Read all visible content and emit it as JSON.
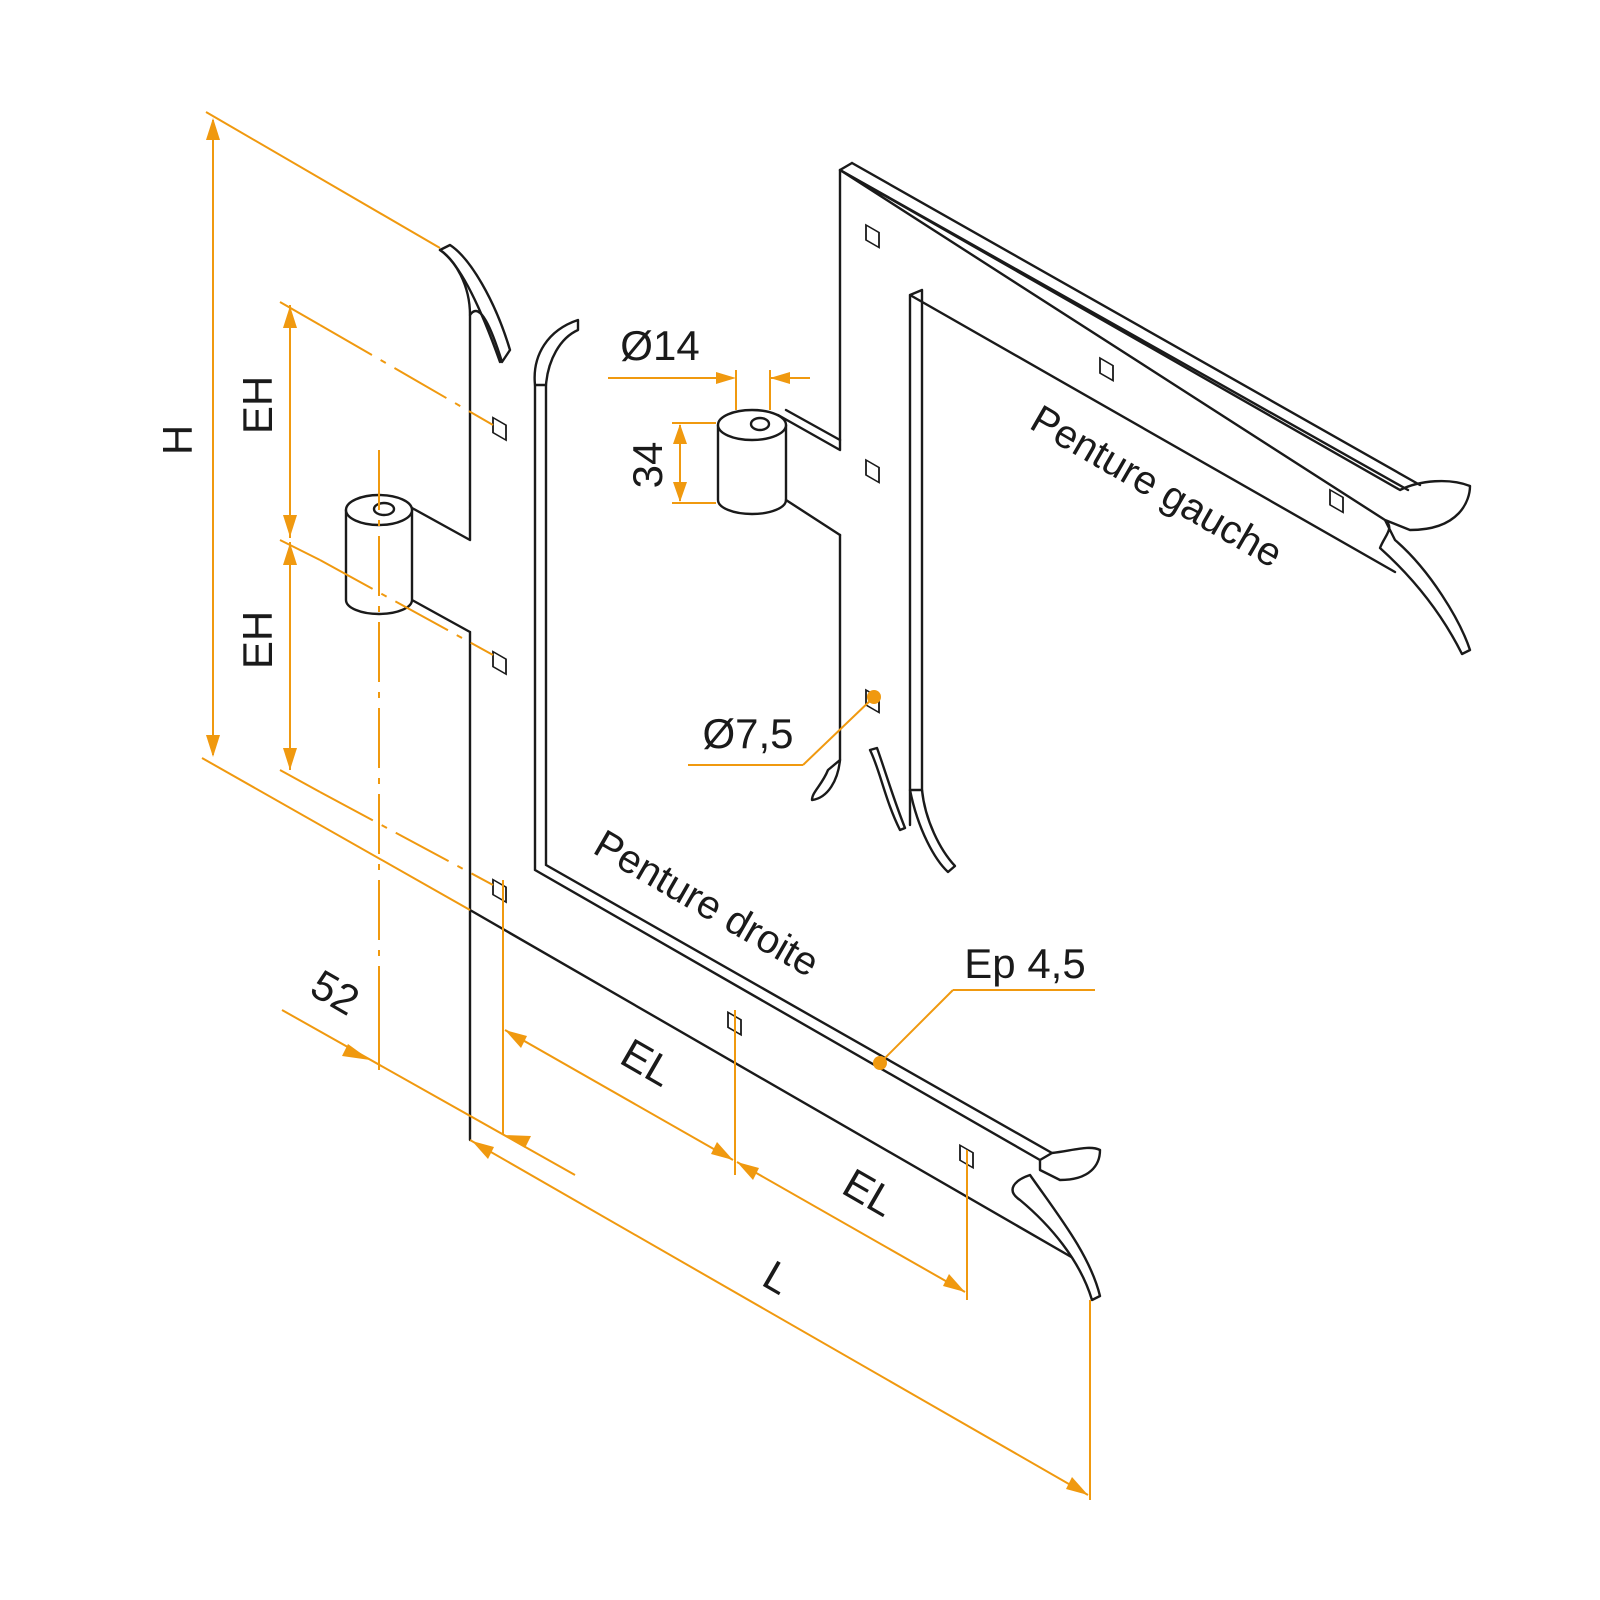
{
  "labels": {
    "right_strap": "Penture droite",
    "left_strap": "Penture gauche",
    "thickness": "Ep 4,5",
    "total_height": "H",
    "hole_spacing_vertical_top": "EH",
    "hole_spacing_vertical_bottom": "EH",
    "hole_spacing_horizontal_1": "EL",
    "hole_spacing_horizontal_2": "EL",
    "total_length": "L",
    "offset": "52",
    "pin_diameter": "Ø14",
    "knuckle_height": "34",
    "hole_diameter": "Ø7,5"
  },
  "colors": {
    "dimension": "#f0990f",
    "line": "#1a1a1a",
    "background": "#ffffff"
  }
}
